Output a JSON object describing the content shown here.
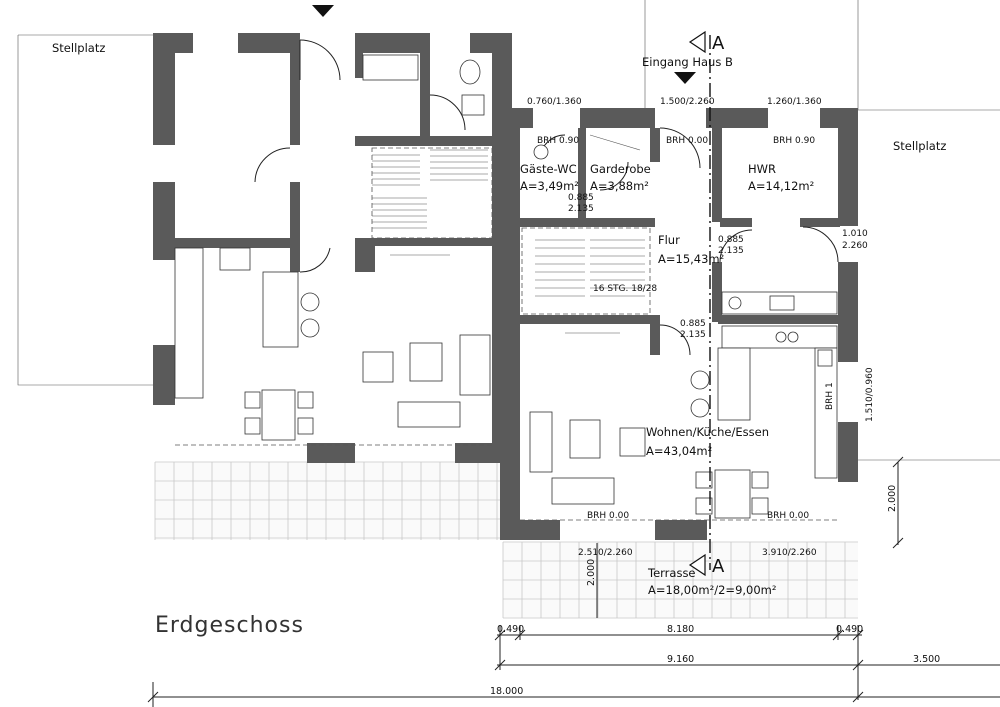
{
  "title": "Erdgeschoss",
  "entrance": "Eingang Haus B",
  "section_marker": "A",
  "parking": {
    "left": "Stellplatz",
    "right": "Stellplatz"
  },
  "rooms": {
    "gaeste_wc": {
      "name": "Gäste-WC",
      "area": "A=3,49m²"
    },
    "garderobe": {
      "name": "Garderobe",
      "area": "A=3,88m²"
    },
    "hwr": {
      "name": "HWR",
      "area": "A=14,12m²"
    },
    "flur": {
      "name": "Flur",
      "area": "A=15,43m²"
    },
    "stair": "16 STG. 18/28",
    "wohnen": {
      "name": "Wohnen/Küche/Essen",
      "area": "A=43,04m²"
    },
    "terrasse": {
      "name": "Terrasse",
      "area": "A=18,00m²/2=9,00m²"
    }
  },
  "notes": {
    "brh_090_a": "BRH 0.90",
    "brh_090_b": "BRH 0.90",
    "brh_000_top": "BRH 0.00",
    "brh_000_left": "BRH 0.00",
    "brh_000_right": "BRH 0.00",
    "brh_1": "BRH 1",
    "door_885": "0.885",
    "door_2135": "2.135",
    "door2_885": "0.885",
    "door2_2135": "2.135",
    "door3_885": "0.885",
    "door3_2135": "2.135",
    "door_1010": "1.010",
    "door_2260": "2.260"
  },
  "windows": {
    "w1": "0.760/1.360",
    "w2": "1.500/2.260",
    "w3": "1.260/1.360",
    "w4": "2.510/2.260",
    "w5": "3.910/2.260",
    "w6": "1.510/0.960"
  },
  "dimensions": {
    "d_0490_l": "0.490",
    "d_8180": "8.180",
    "d_0490_r": "0.490",
    "d_9160": "9.160",
    "d_3500": "3.500",
    "d_18000": "18.000",
    "d_2000_a": "2.000",
    "d_2000_b": "2.000"
  }
}
